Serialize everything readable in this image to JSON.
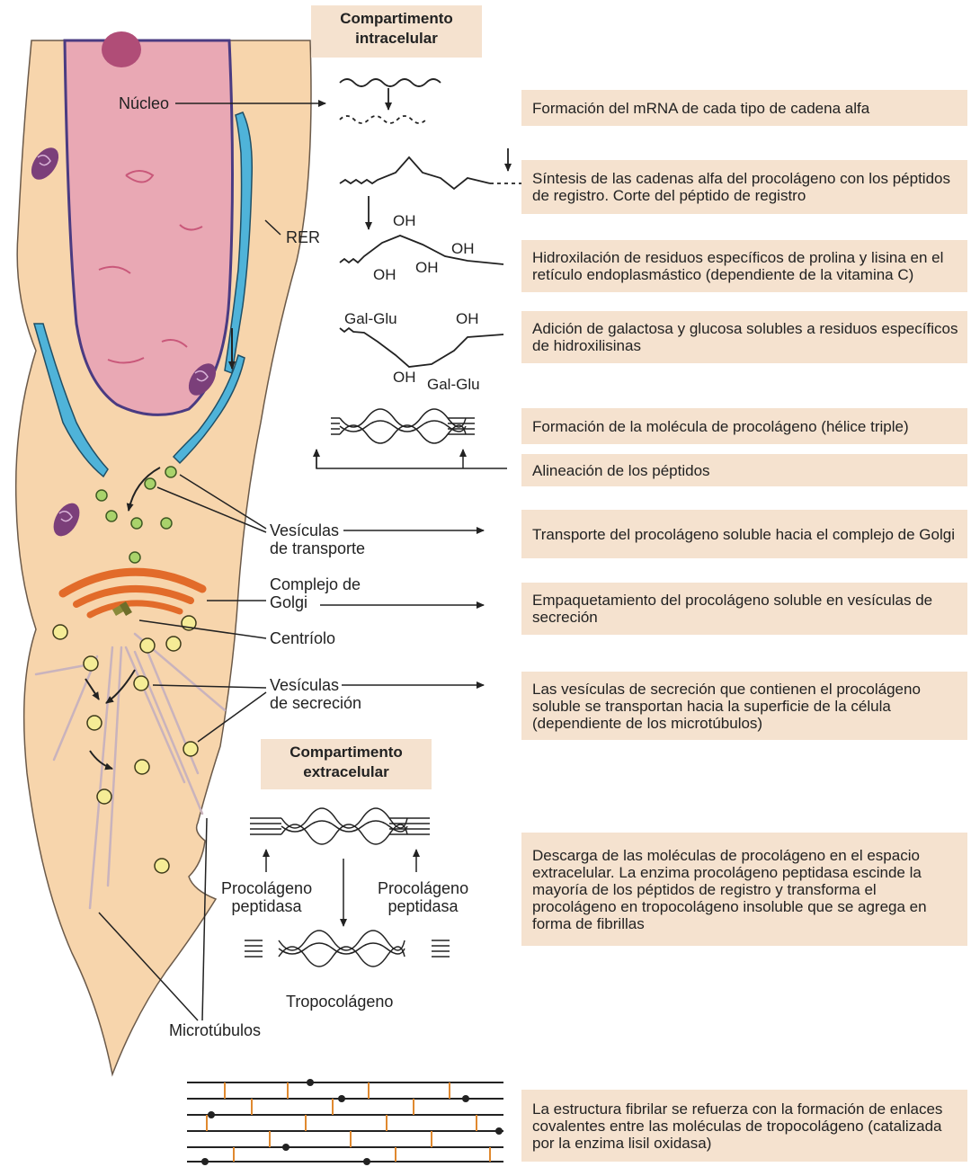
{
  "headers": {
    "intracellular": "Compartimento\nintracelular",
    "extracellular": "Compartimento\nextracelular"
  },
  "steps": [
    "Formación del mRNA de cada tipo de cadena alfa",
    "Síntesis de las cadenas alfa del procolágeno con los péptidos de registro. Corte del péptido de registro",
    "Hidroxilación de residuos específicos de prolina y lisina en el retículo endoplasmástico (dependiente de la vitamina C)",
    "Adición de galactosa y glucosa solubles a residuos específicos de hidroxilisinas",
    "Formación de la molécula de procolágeno (hélice triple)",
    "Alineación de los péptidos",
    "Transporte del procolágeno soluble hacia el complejo de Golgi",
    "Empaquetamiento del procolágeno soluble en vesículas de secreción",
    "Las vesículas de secreción que contienen el procolágeno soluble se transportan hacia la superficie de la célula (dependiente de los microtúbulos)",
    "Descarga de las moléculas de procolágeno en el espacio extracelular. La enzima procolágeno peptidasa escinde la mayoría de los péptidos de registro y transforma el procolágeno en tropocolágeno insoluble que se agrega en forma de fibrillas",
    "La estructura fibrilar se refuerza con la formación de enlaces covalentes entre las moléculas de tropocolágeno (catalizada por la enzima lisil oxidasa)"
  ],
  "labels": {
    "nucleus": "Núcleo",
    "rer": "RER",
    "transport_vesicles": "Vesículas\nde transporte",
    "golgi": "Complejo de\nGolgi",
    "centriole": "Centríolo",
    "secretion_vesicles": "Vesículas\nde secreción",
    "microtubules": "Microtúbulos",
    "peptidase_left": "Procolágeno\npeptidasa",
    "peptidase_right": "Procolágeno\npeptidasa",
    "tropocollagen": "Tropocolágeno"
  },
  "chem": {
    "oh": "OH",
    "galglu": "Gal-Glu"
  },
  "colors": {
    "cell": "#f7d5ac",
    "nucleus": "#e9a8b4",
    "rer": "#4fb3d9",
    "golgi": "#e26b2a",
    "transport_vesicle": "#a9d36b",
    "secretion_vesicle": "#f5ec96",
    "box": "#f5e2cf",
    "mitochondrion": "#7b3f7a"
  }
}
